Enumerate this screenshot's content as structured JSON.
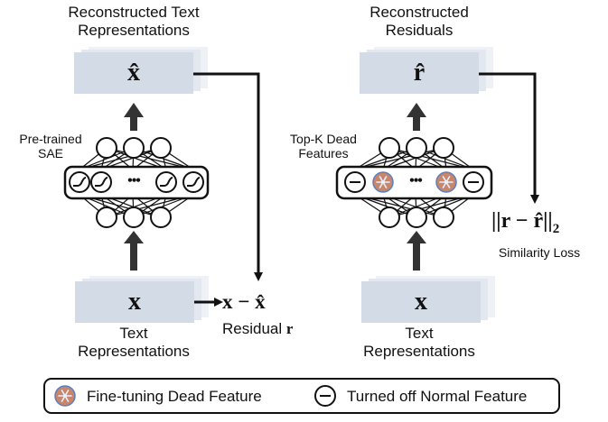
{
  "left_panel": {
    "output_label_line1": "Reconstructed Text",
    "output_label_line2": "Representations",
    "output_symbol": "x̂",
    "sae_label_line1": "Pre-trained",
    "sae_label_line2": "SAE",
    "dots": "•••",
    "input_symbol": "x",
    "input_label_line1": "Text",
    "input_label_line2": "Representations",
    "residual_expr": "x − x̂",
    "residual_label": "Residual ",
    "residual_symbol": "r"
  },
  "right_panel": {
    "output_label_line1": "Reconstructed",
    "output_label_line2": "Residuals",
    "output_symbol": "r̂",
    "dead_label_line1": "Top-K Dead",
    "dead_label_line2": "Features",
    "dots": "•••",
    "input_symbol": "x",
    "input_label_line1": "Text",
    "input_label_line2": "Representations",
    "loss_expr": "||r − r̂||",
    "loss_subscript": "2",
    "loss_label": "Similarity Loss"
  },
  "legend": {
    "dead_feature_label": "Fine-tuning Dead Feature",
    "normal_feature_label": "Turned off Normal Feature"
  },
  "colors": {
    "box_fill": "#d3dbe6",
    "snowflake_fill": "#c8876a",
    "snowflake_ring": "#5a7fc4",
    "stroke": "#111111"
  }
}
